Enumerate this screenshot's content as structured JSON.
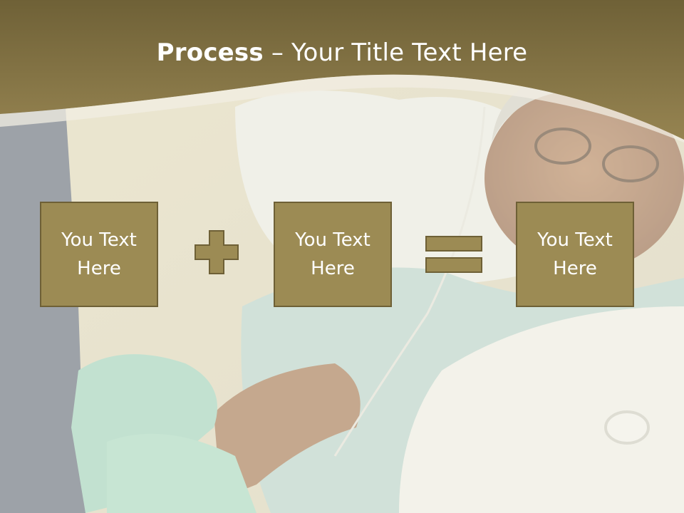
{
  "slide": {
    "title_bold": "Process",
    "title_separator": " – ",
    "title_rest": "Your Title Text Here"
  },
  "process": {
    "boxes": [
      {
        "label": "You Text Here"
      },
      {
        "label": "You Text Here"
      },
      {
        "label": "You Text Here"
      }
    ],
    "operators": [
      "plus-icon",
      "equals-icon"
    ]
  },
  "colors": {
    "header": "#8a7845",
    "box_fill": "#9c8b54",
    "box_border": "#6e6036",
    "title_text": "#ffffff"
  }
}
